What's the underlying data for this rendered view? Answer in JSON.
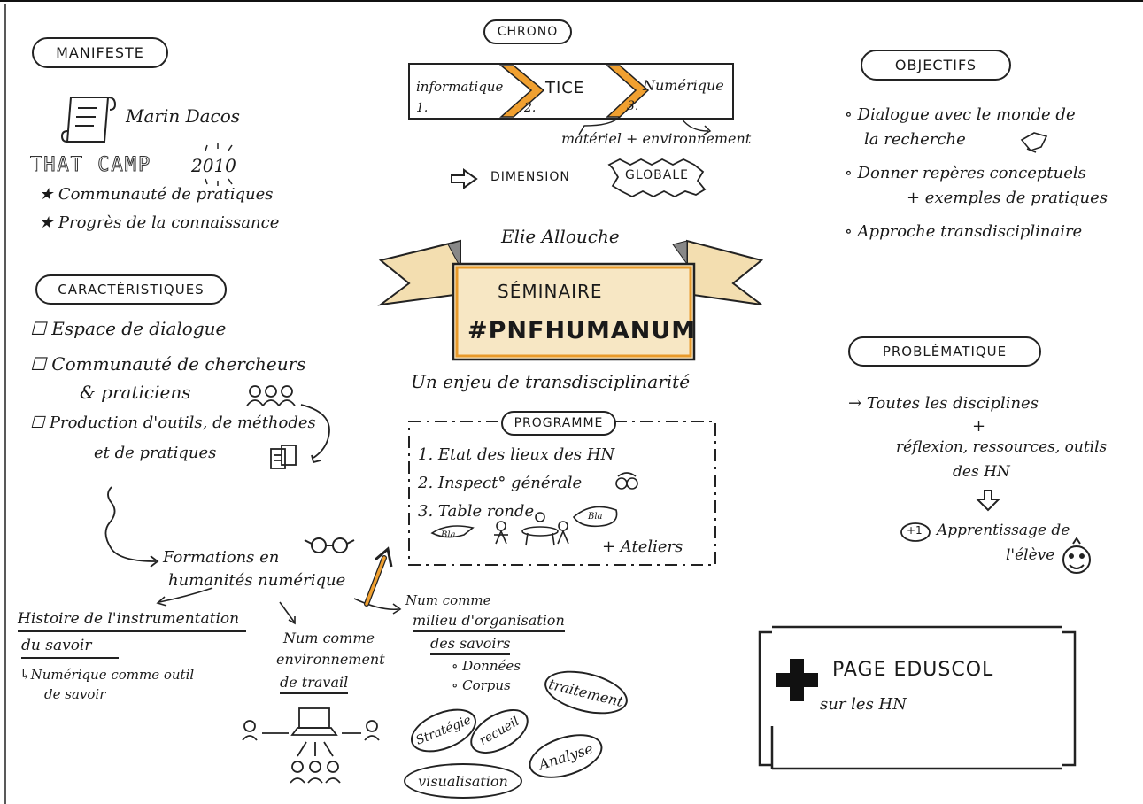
{
  "manifeste": {
    "title": "MANIFESTE",
    "author": "Marin Dacos",
    "event": "THAT CAMP",
    "year": "2010",
    "bullets": [
      "Communauté de pratiques",
      "Progrès de la connaissance"
    ]
  },
  "caracteristiques": {
    "title": "CARACTÉRISTIQUES",
    "items": [
      "Espace de dialogue",
      "Communauté de chercheurs",
      "& praticiens",
      "Production d'outils, de méthodes",
      "et de pratiques"
    ]
  },
  "formations": {
    "title_line1": "Formations en",
    "title_line2": "humanités numérique",
    "histoire": {
      "line1": "Histoire de l'instrumentation",
      "line2": "du savoir",
      "note_line1": "Numérique comme outil",
      "note_line2": "de savoir"
    },
    "environnement": {
      "line1": "Num comme",
      "line2": "environnement",
      "line3": "de travail"
    },
    "milieu": {
      "line1": "Num comme",
      "line2": "milieu d'organisation",
      "line3": "des savoirs",
      "items": [
        "Données",
        "Corpus"
      ]
    },
    "bubbles": [
      "traitement",
      "Stratégie",
      "recueil",
      "Analyse",
      "visualisation"
    ]
  },
  "chrono": {
    "title": "CHRONO",
    "steps": [
      {
        "label": "informatique",
        "num": "1."
      },
      {
        "label": "TICE",
        "num": "2."
      },
      {
        "label": "Numérique",
        "num": "3."
      }
    ],
    "sub_label": "matériel + environnement",
    "dimension": "DIMENSION",
    "globale": "GLOBALE"
  },
  "center": {
    "speaker": "Elie Allouche",
    "banner_title": "SÉMINAIRE",
    "banner_hashtag": "#PNFHUMANUM",
    "subtitle": "Un enjeu de transdisciplinarité"
  },
  "programme": {
    "title": "PROGRAMME",
    "items": [
      "1. Etat des lieux des HN",
      "2. Inspect° générale",
      "3. Table ronde"
    ],
    "bla": "Bla",
    "ateliers": "+ Ateliers"
  },
  "objectifs": {
    "title": "OBJECTIFS",
    "items": [
      {
        "line1": "Dialogue avec le monde de",
        "line2": "la recherche"
      },
      {
        "line1": "Donner repères conceptuels",
        "line2": "+ exemples de pratiques"
      },
      {
        "line1": "Approche transdisciplinaire",
        "line2": ""
      }
    ]
  },
  "problematique": {
    "title": "PROBLÉMATIQUE",
    "line1": "Toutes les disciplines",
    "plus": "+",
    "line2": "réflexion, ressources, outils",
    "line3": "des HN",
    "badge": "+1",
    "result_line1": "Apprentissage de",
    "result_line2": "l'élève"
  },
  "eduscol": {
    "line1": "PAGE EDUSCOL",
    "line2": "sur les HN"
  },
  "colors": {
    "ink": "#1a1a1a",
    "banner": "#f3deb0",
    "banner_edge": "#e89a2a",
    "arrow": "#f0a030"
  }
}
